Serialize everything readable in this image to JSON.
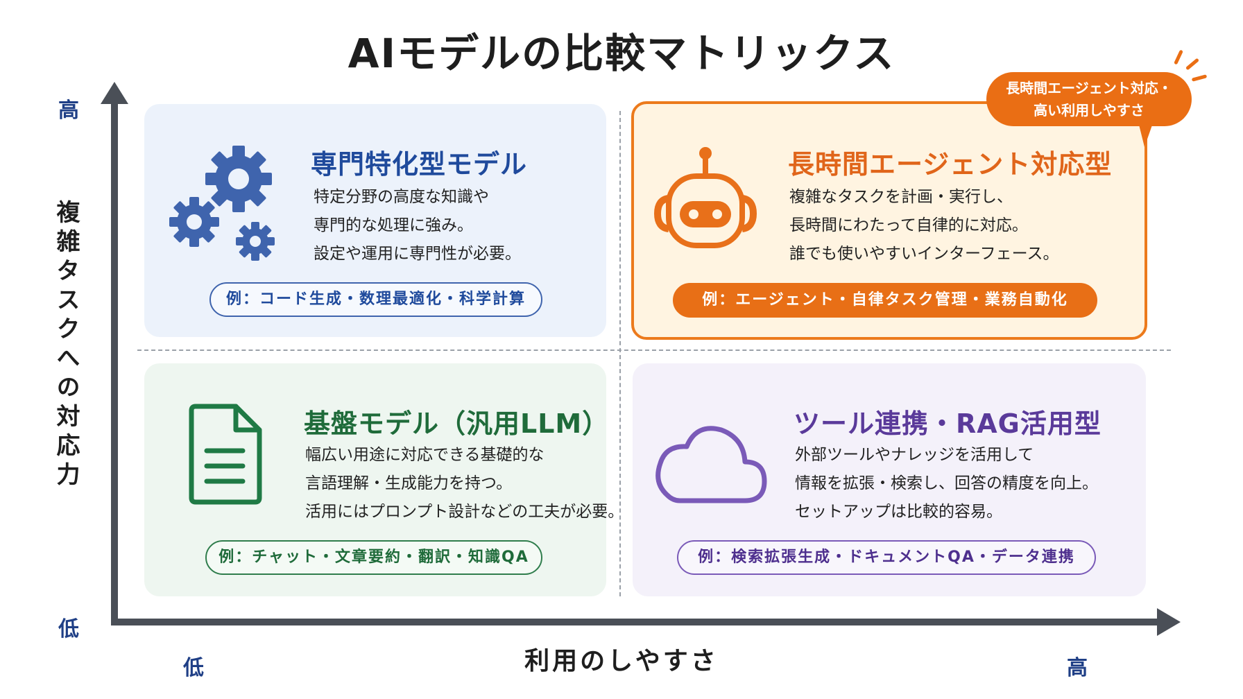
{
  "title": "AIモデルの比較マトリックス",
  "axes": {
    "y_label": "複雑タスクへの対応力",
    "y_high": "高",
    "y_low": "低",
    "x_label": "利用のしやすさ",
    "x_low": "低",
    "x_high": "高"
  },
  "callout": {
    "line1": "長時間エージェント対応・",
    "line2": "高い利用しやすさ"
  },
  "quadrants": {
    "top_left": {
      "title": "専門特化型モデル",
      "desc": [
        "特定分野の高度な知識や",
        "専門的な処理に強み。",
        "設定や運用に専門性が必要。"
      ],
      "example": "例：コード生成・数理最適化・科学計算",
      "icon": "gears-icon",
      "color": "#1f4a9c"
    },
    "top_right": {
      "title": "長時間エージェント対応型",
      "desc": [
        "複雑なタスクを計画・実行し、",
        "長時間にわたって自律的に対応。",
        "誰でも使いやすいインターフェース。"
      ],
      "example": "例：エージェント・自律タスク管理・業務自動化",
      "icon": "robot-icon",
      "color": "#ea6e14"
    },
    "bottom_left": {
      "title": "基盤モデル（汎用LLM）",
      "desc": [
        "幅広い用途に対応できる基礎的な",
        "言語理解・生成能力を持つ。",
        "活用にはプロンプト設計などの工夫が必要。"
      ],
      "example": "例：チャット・文章要約・翻訳・知識QA",
      "icon": "document-icon",
      "color": "#1f6b3a"
    },
    "bottom_right": {
      "title": "ツール連携・RAG活用型",
      "desc": [
        "外部ツールやナレッジを活用して",
        "情報を拡張・検索し、回答の精度を向上。",
        "セットアップは比較的容易。"
      ],
      "example": "例：検索拡張生成・ドキュメントQA・データ連携",
      "icon": "cloud-icon",
      "color": "#5a3a9a"
    }
  }
}
